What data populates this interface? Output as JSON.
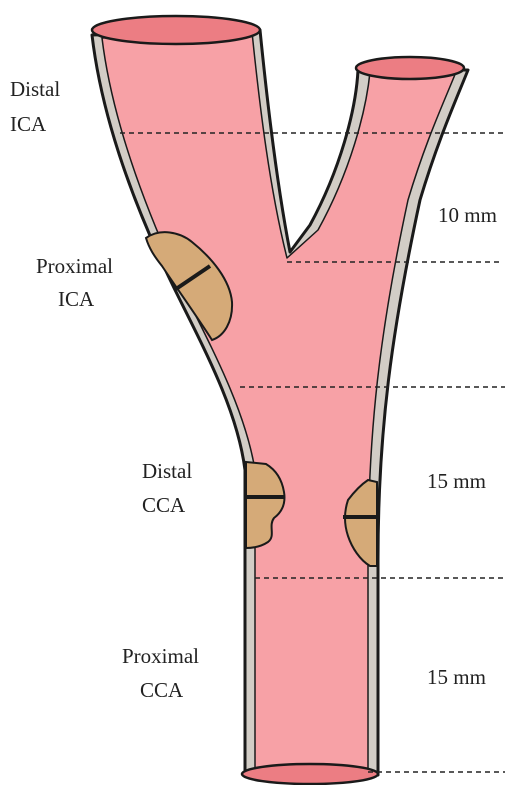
{
  "labels": {
    "distal_ica": [
      "Distal",
      "ICA"
    ],
    "proximal_ica": [
      "Proximal",
      "ICA"
    ],
    "distal_cca": [
      "Distal",
      "CCA"
    ],
    "proximal_cca": [
      "Proximal",
      "CCA"
    ]
  },
  "measurements": {
    "ica_segment": "10 mm",
    "distal_cca_segment": "15 mm",
    "proximal_cca_segment": "15 mm"
  },
  "colors": {
    "lumen": "#f7a1a6",
    "lumen_opening": "#ec7d83",
    "vessel_wall": "#d2cdc6",
    "outline": "#1a1a1a",
    "plaque": "#d5aa78",
    "dashed_line": "#222222"
  }
}
